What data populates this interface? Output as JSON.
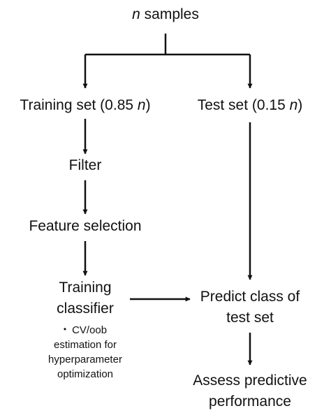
{
  "nodes": {
    "samples": {
      "var": "n",
      "text": " samples"
    },
    "training_set": {
      "text": "Training set (0.85 ",
      "var": "n",
      "close": ")"
    },
    "test_set": {
      "text": "Test set (0.15 ",
      "var": "n",
      "close": ")"
    },
    "filter": {
      "text": "Filter"
    },
    "feature_selection": {
      "text": "Feature selection"
    },
    "training_classifier": {
      "line1": "Training",
      "line2": "classifier"
    },
    "predict_class": {
      "line1": "Predict class of",
      "line2": "test set"
    },
    "assess": {
      "line1": "Assess predictive",
      "line2": "performance"
    }
  },
  "note": {
    "bullet": "•",
    "line1": "CV/oob",
    "line2": "estimation for",
    "line3": "hyperparameter",
    "line4": "optimization"
  },
  "colors": {
    "arrow": "#111111",
    "text": "#111111",
    "background": "#ffffff"
  }
}
